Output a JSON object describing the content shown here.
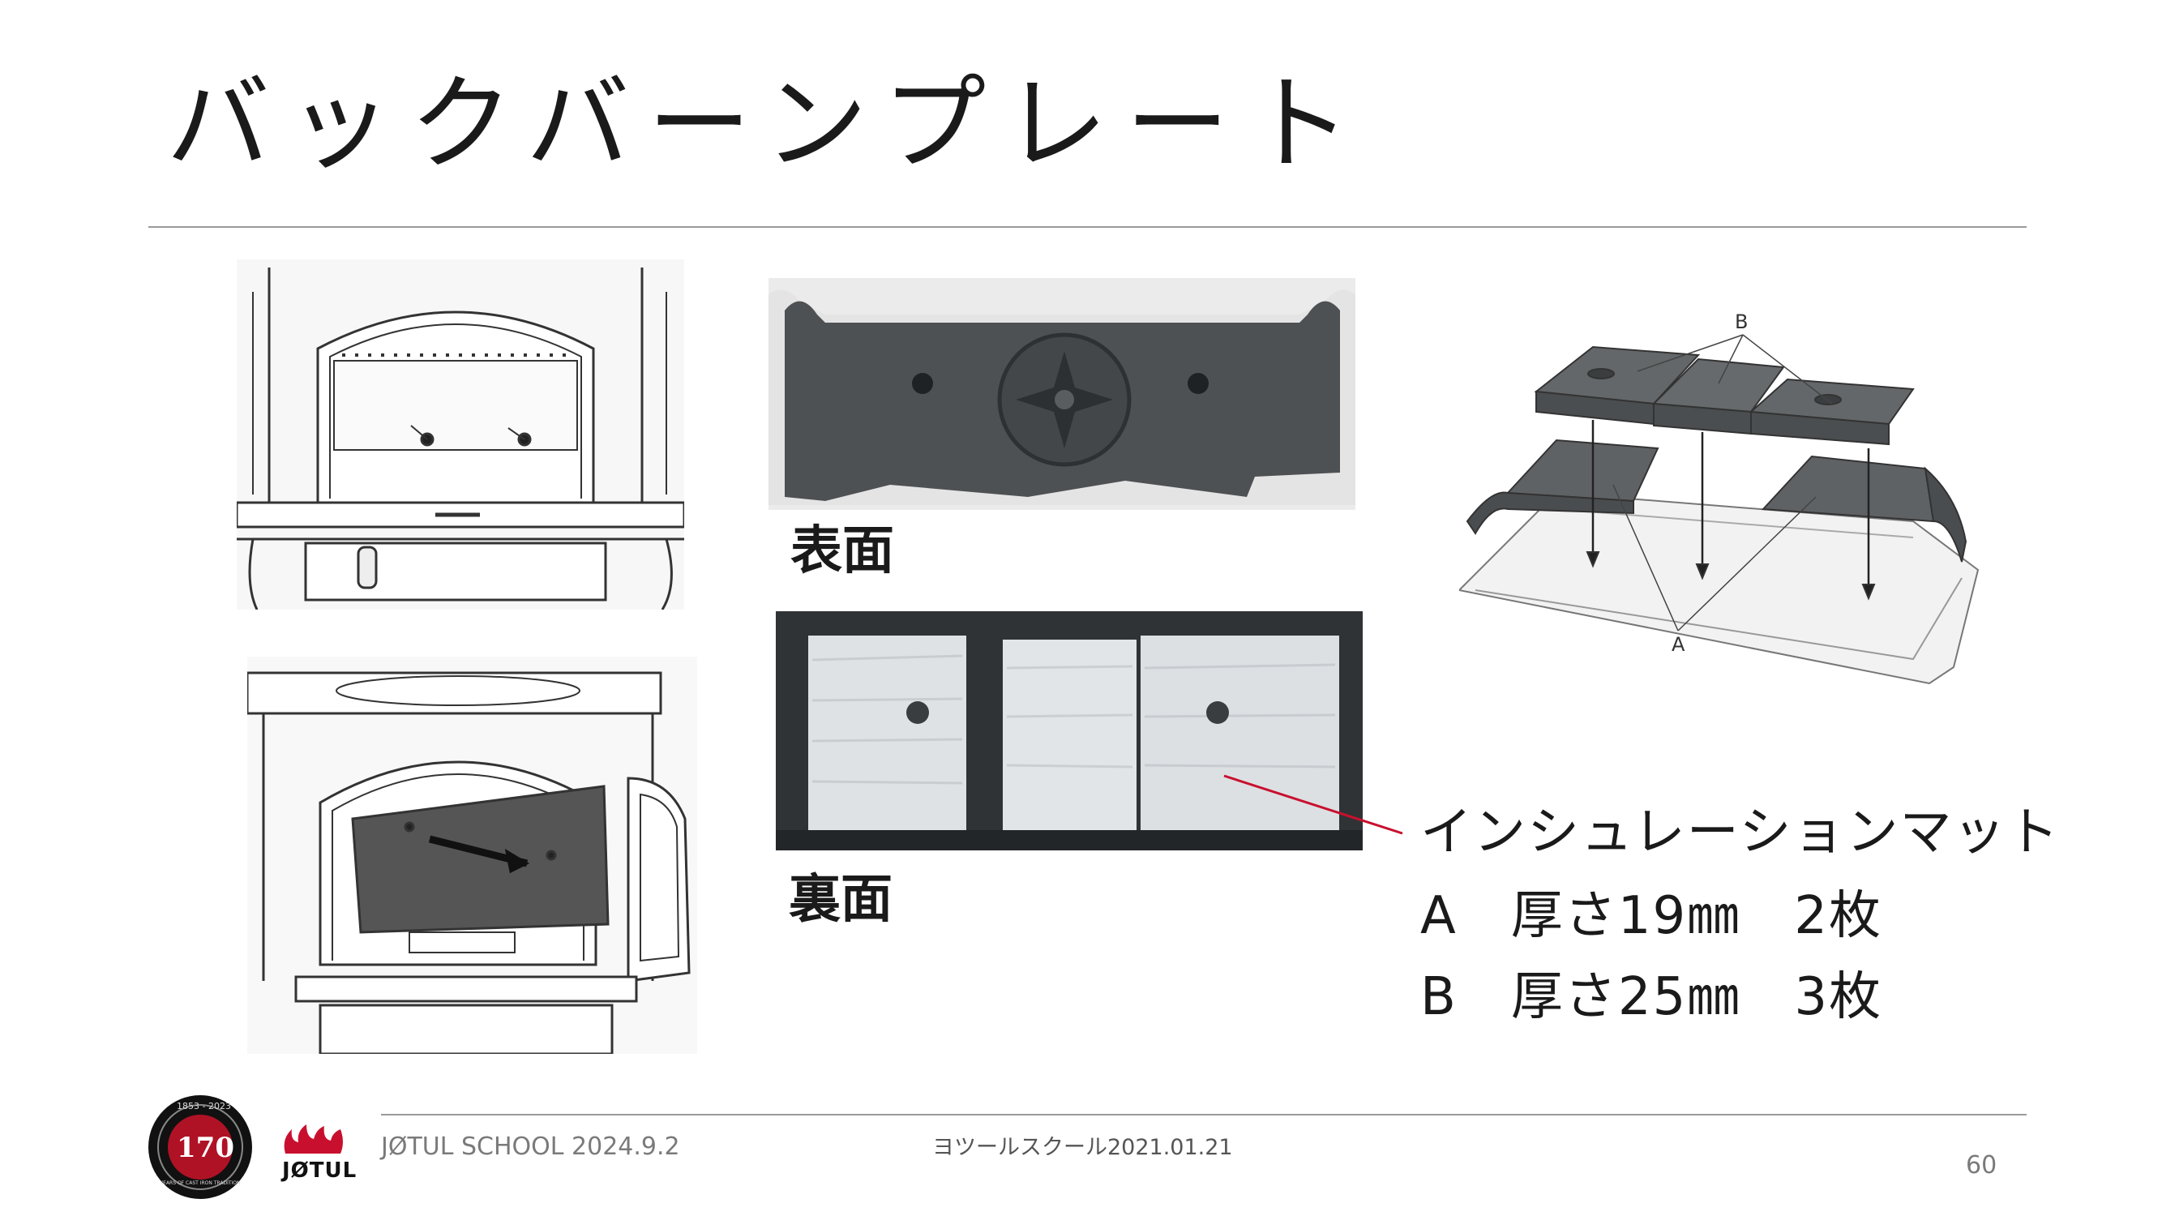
{
  "slide": {
    "title": "バックバーンプレート",
    "page_number": "60"
  },
  "photos": {
    "front_label": "表面",
    "back_label": "裏面"
  },
  "callout": {
    "heading": "インシュレーションマット",
    "line_a": "A　厚さ19㎜　2枚",
    "line_b": "B　厚さ25㎜　3枚"
  },
  "diagram": {
    "label_a": "A",
    "label_b": "B"
  },
  "footer": {
    "left_text": "JØTUL SCHOOL 2024.9.2",
    "center_text": "ヨツールスクール2021.01.21",
    "brand": "JØTUL",
    "badge_years": "1853 - 2023",
    "badge_number": "170",
    "badge_tagline": "YEARS OF CAST IRON TRADITION"
  },
  "colors": {
    "accent_red": "#c8102e",
    "rule_gray": "#9a9a9a",
    "plate_gray": "#4e5153",
    "mat_white": "#dfe2e4"
  }
}
